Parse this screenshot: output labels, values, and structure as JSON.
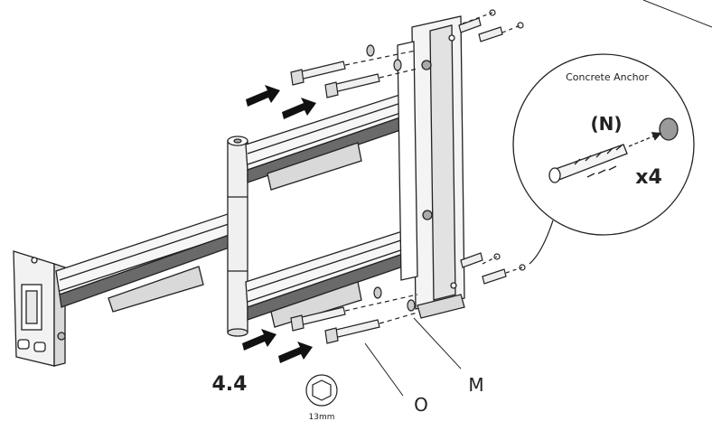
{
  "step": {
    "number": "4.4"
  },
  "tool": {
    "size": "13mm",
    "icon": "hex-socket-icon"
  },
  "callout": {
    "title": "Concrete Anchor",
    "part": "(N)",
    "quantity": "x4"
  },
  "parts": {
    "bolt": "O",
    "washer": "M"
  },
  "colors": {
    "line": "#222222",
    "arrow": "#111111",
    "fill_light": "#f2f2f2",
    "fill_mid": "#d9d9d9",
    "fill_dark": "#6a6a6a"
  }
}
